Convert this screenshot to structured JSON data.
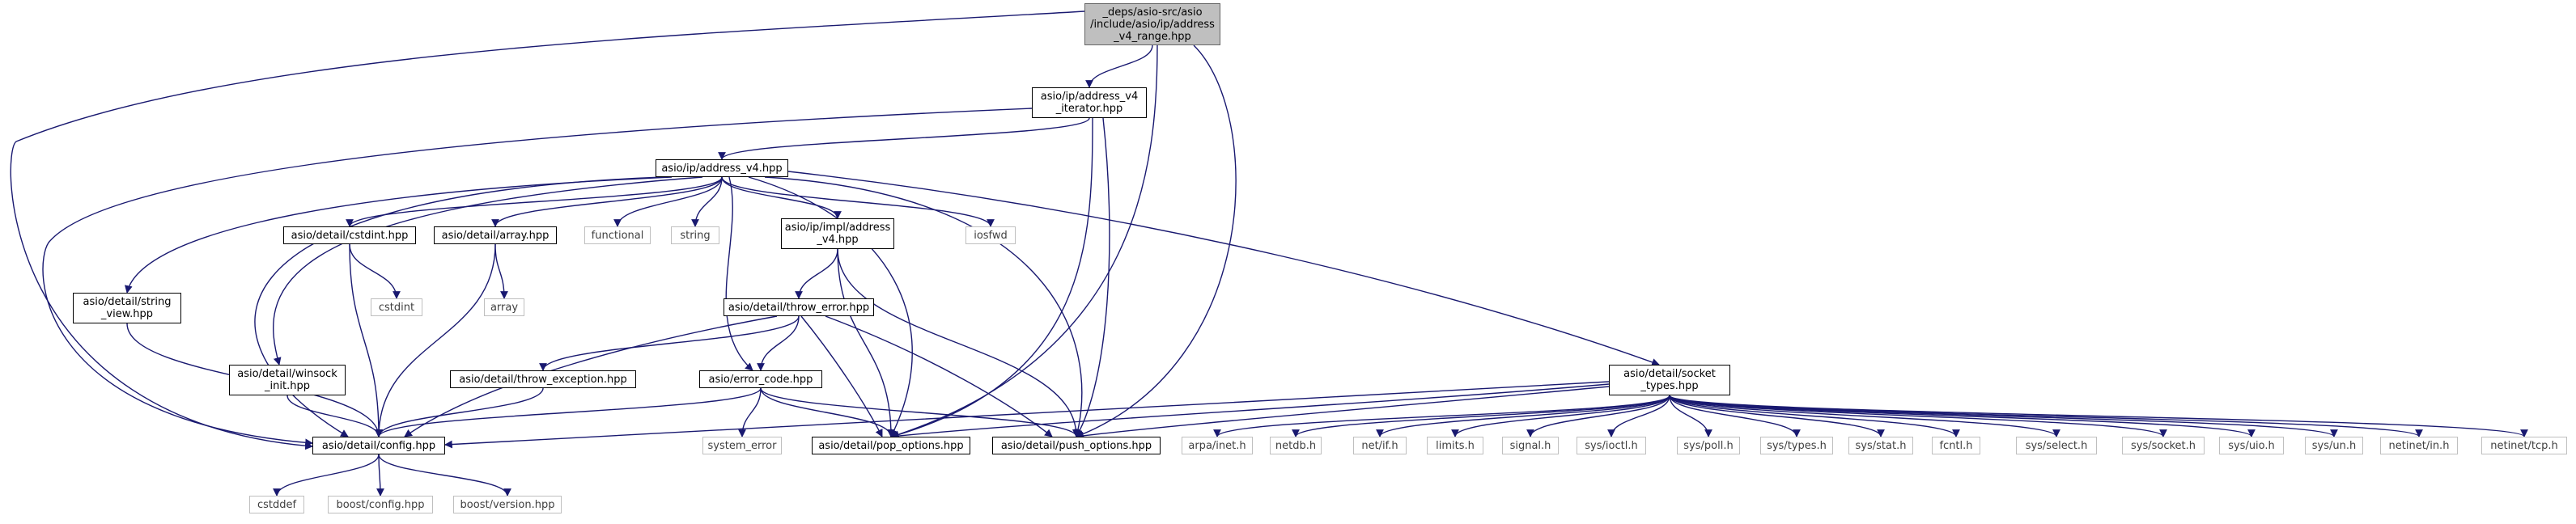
{
  "diagram": {
    "colors": {
      "edge": "#191970",
      "node_border": "#000000",
      "external_border": "#bfbfbf",
      "root_fill": "#bfbfbf"
    },
    "nodes": [
      {
        "id": "root",
        "label": "_deps/asio-src/asio\n/include/asio/ip/address\n_v4_range.hpp",
        "kind": "root"
      },
      {
        "id": "iter",
        "label": "asio/ip/address_v4\n_iterator.hpp",
        "kind": "main"
      },
      {
        "id": "addrv4",
        "label": "asio/ip/address_v4.hpp",
        "kind": "main"
      },
      {
        "id": "cstdint_hpp",
        "label": "asio/detail/cstdint.hpp",
        "kind": "main"
      },
      {
        "id": "array_hpp",
        "label": "asio/detail/array.hpp",
        "kind": "main"
      },
      {
        "id": "functional",
        "label": "functional",
        "kind": "sys"
      },
      {
        "id": "string",
        "label": "string",
        "kind": "sys"
      },
      {
        "id": "impl_addrv4",
        "label": "asio/ip/impl/address\n_v4.hpp",
        "kind": "main"
      },
      {
        "id": "iosfwd",
        "label": "iosfwd",
        "kind": "sys"
      },
      {
        "id": "cstdint",
        "label": "cstdint",
        "kind": "sys"
      },
      {
        "id": "array",
        "label": "array",
        "kind": "sys"
      },
      {
        "id": "string_view",
        "label": "asio/detail/string\n_view.hpp",
        "kind": "main"
      },
      {
        "id": "throw_error",
        "label": "asio/detail/throw_error.hpp",
        "kind": "main"
      },
      {
        "id": "winsock",
        "label": "asio/detail/winsock\n_init.hpp",
        "kind": "main"
      },
      {
        "id": "throw_exception",
        "label": "asio/detail/throw_exception.hpp",
        "kind": "main"
      },
      {
        "id": "error_code",
        "label": "asio/error_code.hpp",
        "kind": "main"
      },
      {
        "id": "socket_types",
        "label": "asio/detail/socket\n_types.hpp",
        "kind": "main"
      },
      {
        "id": "config",
        "label": "asio/detail/config.hpp",
        "kind": "main"
      },
      {
        "id": "system_error",
        "label": "system_error",
        "kind": "sys"
      },
      {
        "id": "pop_options",
        "label": "asio/detail/pop_options.hpp",
        "kind": "main"
      },
      {
        "id": "push_options",
        "label": "asio/detail/push_options.hpp",
        "kind": "main"
      },
      {
        "id": "arpa_inet",
        "label": "arpa/inet.h",
        "kind": "sys"
      },
      {
        "id": "netdb",
        "label": "netdb.h",
        "kind": "sys"
      },
      {
        "id": "net_if",
        "label": "net/if.h",
        "kind": "sys"
      },
      {
        "id": "limits",
        "label": "limits.h",
        "kind": "sys"
      },
      {
        "id": "signal",
        "label": "signal.h",
        "kind": "sys"
      },
      {
        "id": "sys_ioctl",
        "label": "sys/ioctl.h",
        "kind": "sys"
      },
      {
        "id": "sys_poll",
        "label": "sys/poll.h",
        "kind": "sys"
      },
      {
        "id": "sys_types",
        "label": "sys/types.h",
        "kind": "sys"
      },
      {
        "id": "sys_stat",
        "label": "sys/stat.h",
        "kind": "sys"
      },
      {
        "id": "fcntl",
        "label": "fcntl.h",
        "kind": "sys"
      },
      {
        "id": "sys_select",
        "label": "sys/select.h",
        "kind": "sys"
      },
      {
        "id": "sys_socket",
        "label": "sys/socket.h",
        "kind": "sys"
      },
      {
        "id": "sys_uio",
        "label": "sys/uio.h",
        "kind": "sys"
      },
      {
        "id": "sys_un",
        "label": "sys/un.h",
        "kind": "sys"
      },
      {
        "id": "netinet_in",
        "label": "netinet/in.h",
        "kind": "sys"
      },
      {
        "id": "netinet_tcp",
        "label": "netinet/tcp.h",
        "kind": "sys"
      },
      {
        "id": "cstddef",
        "label": "cstddef",
        "kind": "sys"
      },
      {
        "id": "boost_config",
        "label": "boost/config.hpp",
        "kind": "sys"
      },
      {
        "id": "boost_version",
        "label": "boost/version.hpp",
        "kind": "sys"
      }
    ],
    "edges": [
      [
        "root",
        "iter"
      ],
      [
        "root",
        "config"
      ],
      [
        "root",
        "pop_options"
      ],
      [
        "root",
        "push_options"
      ],
      [
        "iter",
        "addrv4"
      ],
      [
        "iter",
        "config"
      ],
      [
        "iter",
        "pop_options"
      ],
      [
        "iter",
        "push_options"
      ],
      [
        "addrv4",
        "cstdint_hpp"
      ],
      [
        "addrv4",
        "array_hpp"
      ],
      [
        "addrv4",
        "functional"
      ],
      [
        "addrv4",
        "string"
      ],
      [
        "addrv4",
        "impl_addrv4"
      ],
      [
        "addrv4",
        "iosfwd"
      ],
      [
        "addrv4",
        "string_view"
      ],
      [
        "addrv4",
        "winsock"
      ],
      [
        "addrv4",
        "error_code"
      ],
      [
        "addrv4",
        "socket_types"
      ],
      [
        "addrv4",
        "config"
      ],
      [
        "addrv4",
        "pop_options"
      ],
      [
        "addrv4",
        "push_options"
      ],
      [
        "cstdint_hpp",
        "cstdint"
      ],
      [
        "cstdint_hpp",
        "config"
      ],
      [
        "array_hpp",
        "array"
      ],
      [
        "array_hpp",
        "config"
      ],
      [
        "string_view",
        "config"
      ],
      [
        "winsock",
        "config"
      ],
      [
        "impl_addrv4",
        "throw_error"
      ],
      [
        "impl_addrv4",
        "pop_options"
      ],
      [
        "impl_addrv4",
        "push_options"
      ],
      [
        "throw_error",
        "throw_exception"
      ],
      [
        "throw_error",
        "error_code"
      ],
      [
        "throw_error",
        "config"
      ],
      [
        "throw_error",
        "pop_options"
      ],
      [
        "throw_error",
        "push_options"
      ],
      [
        "throw_exception",
        "config"
      ],
      [
        "error_code",
        "config"
      ],
      [
        "error_code",
        "system_error"
      ],
      [
        "error_code",
        "pop_options"
      ],
      [
        "error_code",
        "push_options"
      ],
      [
        "socket_types",
        "config"
      ],
      [
        "socket_types",
        "pop_options"
      ],
      [
        "socket_types",
        "push_options"
      ],
      [
        "socket_types",
        "arpa_inet"
      ],
      [
        "socket_types",
        "netdb"
      ],
      [
        "socket_types",
        "net_if"
      ],
      [
        "socket_types",
        "limits"
      ],
      [
        "socket_types",
        "signal"
      ],
      [
        "socket_types",
        "sys_ioctl"
      ],
      [
        "socket_types",
        "sys_poll"
      ],
      [
        "socket_types",
        "sys_types"
      ],
      [
        "socket_types",
        "sys_stat"
      ],
      [
        "socket_types",
        "fcntl"
      ],
      [
        "socket_types",
        "sys_select"
      ],
      [
        "socket_types",
        "sys_socket"
      ],
      [
        "socket_types",
        "sys_uio"
      ],
      [
        "socket_types",
        "sys_un"
      ],
      [
        "socket_types",
        "netinet_in"
      ],
      [
        "socket_types",
        "netinet_tcp"
      ],
      [
        "config",
        "cstddef"
      ],
      [
        "config",
        "boost_config"
      ],
      [
        "config",
        "boost_version"
      ]
    ]
  }
}
